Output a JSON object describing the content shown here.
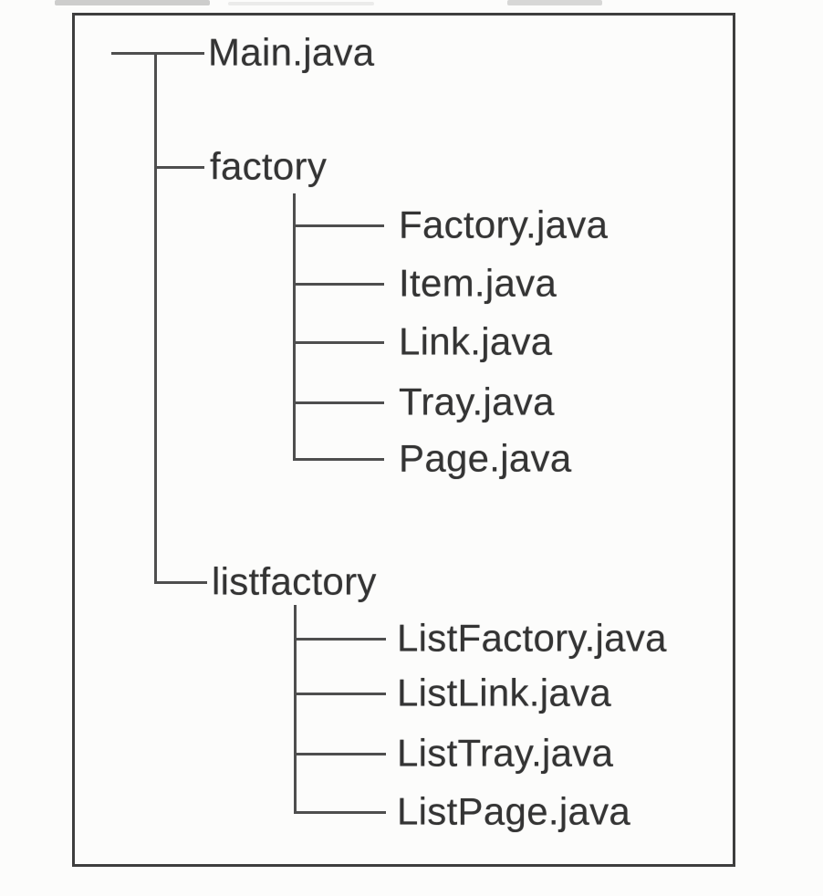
{
  "figure": {
    "description_label": "source-file-tree-diagram",
    "colors": {
      "line": "#4e4e4e",
      "text": "#343434",
      "border": "#3e3e3e",
      "background": "#fcfcfb"
    },
    "file_tree": {
      "items": [
        {
          "label": "Main.java",
          "kind": "file",
          "depth": 1,
          "parent": null
        },
        {
          "label": "factory",
          "kind": "folder",
          "depth": 1,
          "parent": null
        },
        {
          "label": "Factory.java",
          "kind": "file",
          "depth": 2,
          "parent": "factory"
        },
        {
          "label": "Item.java",
          "kind": "file",
          "depth": 2,
          "parent": "factory"
        },
        {
          "label": "Link.java",
          "kind": "file",
          "depth": 2,
          "parent": "factory"
        },
        {
          "label": "Tray.java",
          "kind": "file",
          "depth": 2,
          "parent": "factory"
        },
        {
          "label": "Page.java",
          "kind": "file",
          "depth": 2,
          "parent": "factory"
        },
        {
          "label": "listfactory",
          "kind": "folder",
          "depth": 1,
          "parent": null
        },
        {
          "label": "ListFactory.java",
          "kind": "file",
          "depth": 2,
          "parent": "listfactory"
        },
        {
          "label": "ListLink.java",
          "kind": "file",
          "depth": 2,
          "parent": "listfactory"
        },
        {
          "label": "ListTray.java",
          "kind": "file",
          "depth": 2,
          "parent": "listfactory"
        },
        {
          "label": "ListPage.java",
          "kind": "file",
          "depth": 2,
          "parent": "listfactory"
        }
      ]
    }
  }
}
